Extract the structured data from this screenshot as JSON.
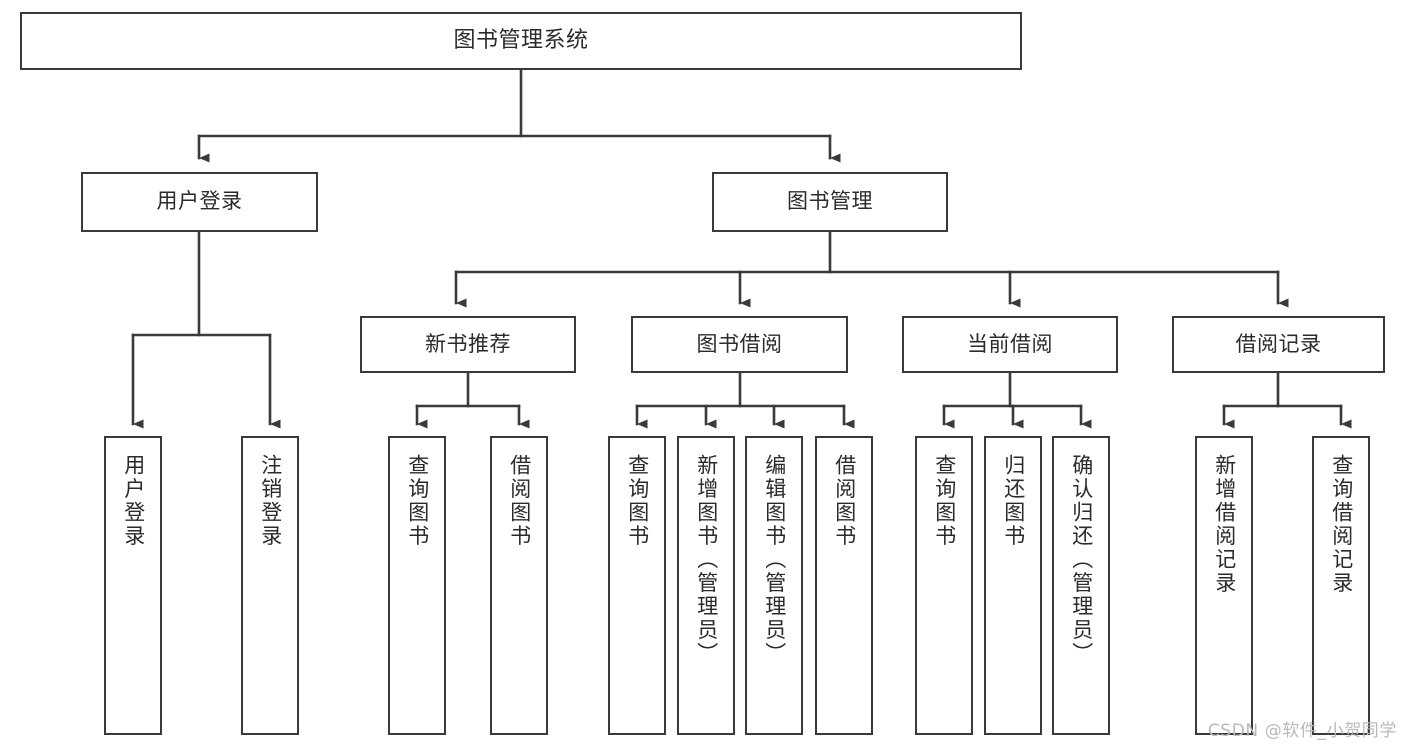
{
  "diagram": {
    "title": "图书管理系统",
    "watermark": "CSDN @软件_小贺同学",
    "style": {
      "border_color": "#3a3a3a",
      "fill_color": "#ffffff",
      "text_color": "#2b2b2b",
      "background": "#ffffff",
      "watermark_color": "#b9b9b9"
    },
    "nodes": {
      "root": {
        "label": "图书管理系统"
      },
      "level1": [
        {
          "id": "user-login",
          "label": "用户登录"
        },
        {
          "id": "book-manage",
          "label": "图书管理"
        }
      ],
      "level2": [
        {
          "id": "new-book-recommend",
          "label": "新书推荐"
        },
        {
          "id": "book-borrow",
          "label": "图书借阅"
        },
        {
          "id": "current-borrow",
          "label": "当前借阅"
        },
        {
          "id": "borrow-record",
          "label": "借阅记录"
        }
      ],
      "leaves": {
        "user_login": [
          {
            "id": "leaf-user-login",
            "label": "用户登录"
          },
          {
            "id": "leaf-logout-login",
            "label": "注销登录"
          }
        ],
        "new_book_recommend": [
          {
            "id": "leaf-query-book-1",
            "label": "查询图书"
          },
          {
            "id": "leaf-borrow-book-1",
            "label": "借阅图书"
          }
        ],
        "book_borrow": [
          {
            "id": "leaf-query-book-2",
            "label": "查询图书"
          },
          {
            "id": "leaf-add-book",
            "label": "新增图书（管理员）"
          },
          {
            "id": "leaf-edit-book",
            "label": "编辑图书（管理员）"
          },
          {
            "id": "leaf-borrow-book-2",
            "label": "借阅图书"
          }
        ],
        "current_borrow": [
          {
            "id": "leaf-query-book-3",
            "label": "查询图书"
          },
          {
            "id": "leaf-return-book",
            "label": "归还图书"
          },
          {
            "id": "leaf-confirm-return",
            "label": "确认归还（管理员）"
          }
        ],
        "borrow_record": [
          {
            "id": "leaf-add-record",
            "label": "新增借阅记录"
          },
          {
            "id": "leaf-query-record",
            "label": "查询借阅记录"
          }
        ]
      }
    }
  }
}
